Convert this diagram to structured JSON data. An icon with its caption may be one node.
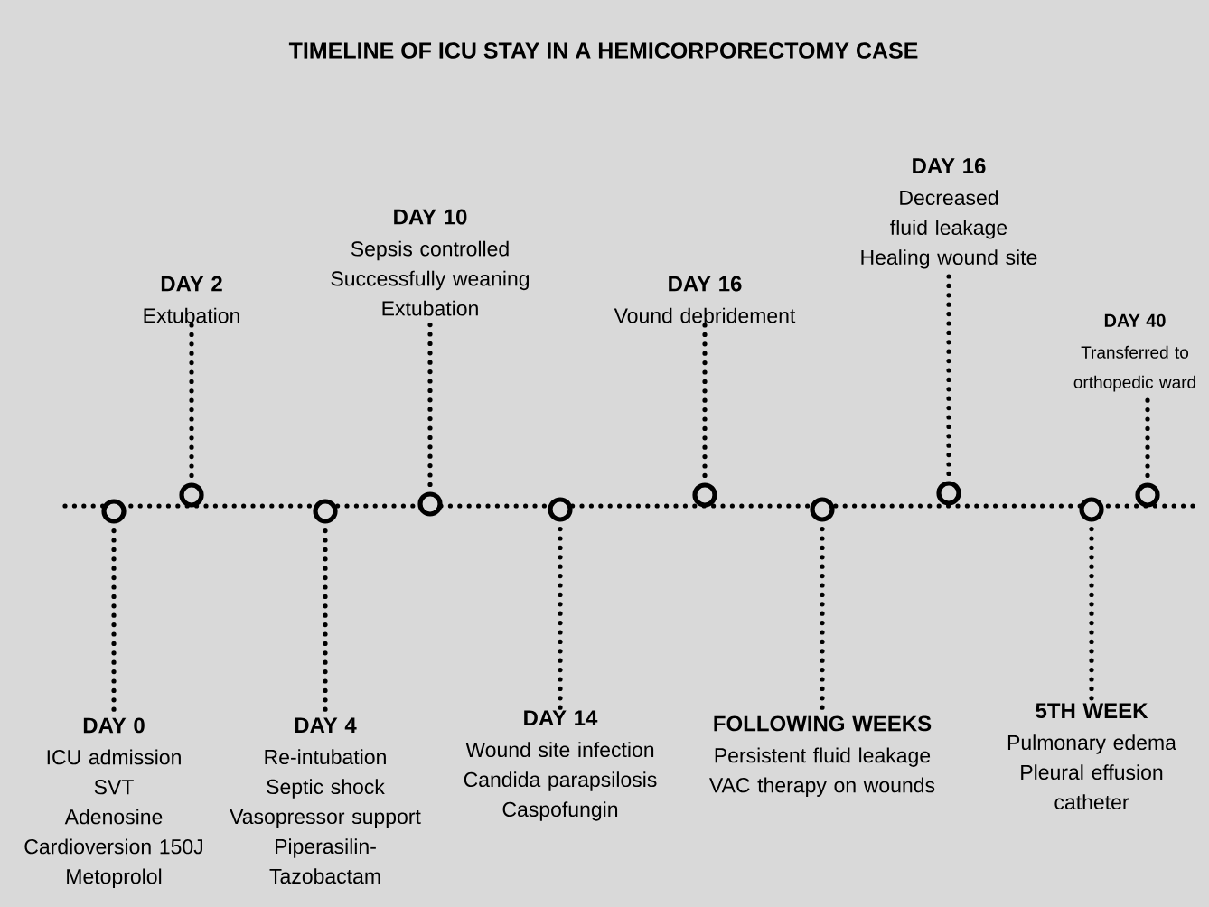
{
  "diagram": {
    "title": "TIMELINE OF ICU STAY IN A HEMICORPORECTOMY CASE",
    "nodes": [
      {
        "text": [
          "DAY 0",
          "ICU admission",
          "SVT",
          "Adenosine",
          "Cardioversion 150J",
          "Metoprolol"
        ]
      },
      {
        "text": [],
        "shape": "circle"
      },
      {
        "text": [
          "DAY 2",
          "Extubation"
        ]
      },
      {
        "text": [],
        "shape": "circle"
      },
      {
        "text": [
          "DAY 4",
          "Re-intubation",
          "Septic shock",
          "Vasopressor support",
          "Piperasilin-Tazobactam"
        ]
      },
      {
        "text": [],
        "shape": "circle"
      },
      {
        "text": [
          "DAY 10",
          "Sepsis controlled",
          "Successfully weaning",
          "Extubation"
        ]
      },
      {
        "text": [],
        "shape": "circle"
      },
      {
        "text": [
          "DAY 14",
          "Wound site infection",
          "Candida parapsilosis",
          "Caspofungin"
        ]
      },
      {
        "text": [],
        "shape": "circle"
      },
      {
        "text": [
          "DAY 16",
          "Vound debridement"
        ]
      },
      {
        "text": [],
        "shape": "circle"
      },
      {
        "text": [
          "FOLLOWING WEEKS",
          "Persistent fluid leakage",
          "VAC therapy on wounds"
        ]
      },
      {
        "text": [],
        "shape": "circle"
      },
      {
        "text": [
          "DAY 16",
          "Decreased fluid leakage",
          "Healing wound site"
        ]
      },
      {
        "text": [],
        "shape": "circle"
      },
      {
        "text": [
          "5TH WEEK",
          "Pulmonary edema",
          "Pleural effusion",
          "catheter"
        ]
      },
      {
        "text": [],
        "shape": "circle"
      },
      {
        "text": [
          "DAY 40",
          "Transferred to orthopedic ward"
        ]
      },
      {
        "text": [],
        "shape": "circle"
      }
    ],
    "edges": [
      {
        "from": 1,
        "to": 0,
        "arrow": "none"
      },
      {
        "from": 3,
        "to": 2,
        "arrow": "none"
      },
      {
        "from": 5,
        "to": 4,
        "arrow": "none"
      },
      {
        "from": 7,
        "to": 6,
        "arrow": "none"
      },
      {
        "from": 9,
        "to": 8,
        "arrow": "none"
      },
      {
        "from": 11,
        "to": 10,
        "arrow": "none"
      },
      {
        "from": 13,
        "to": 12,
        "arrow": "none"
      },
      {
        "from": 15,
        "to": 14,
        "arrow": "none"
      },
      {
        "from": 17,
        "to": 16,
        "arrow": "none"
      },
      {
        "from": 19,
        "to": 18,
        "arrow": "none"
      }
    ]
  }
}
